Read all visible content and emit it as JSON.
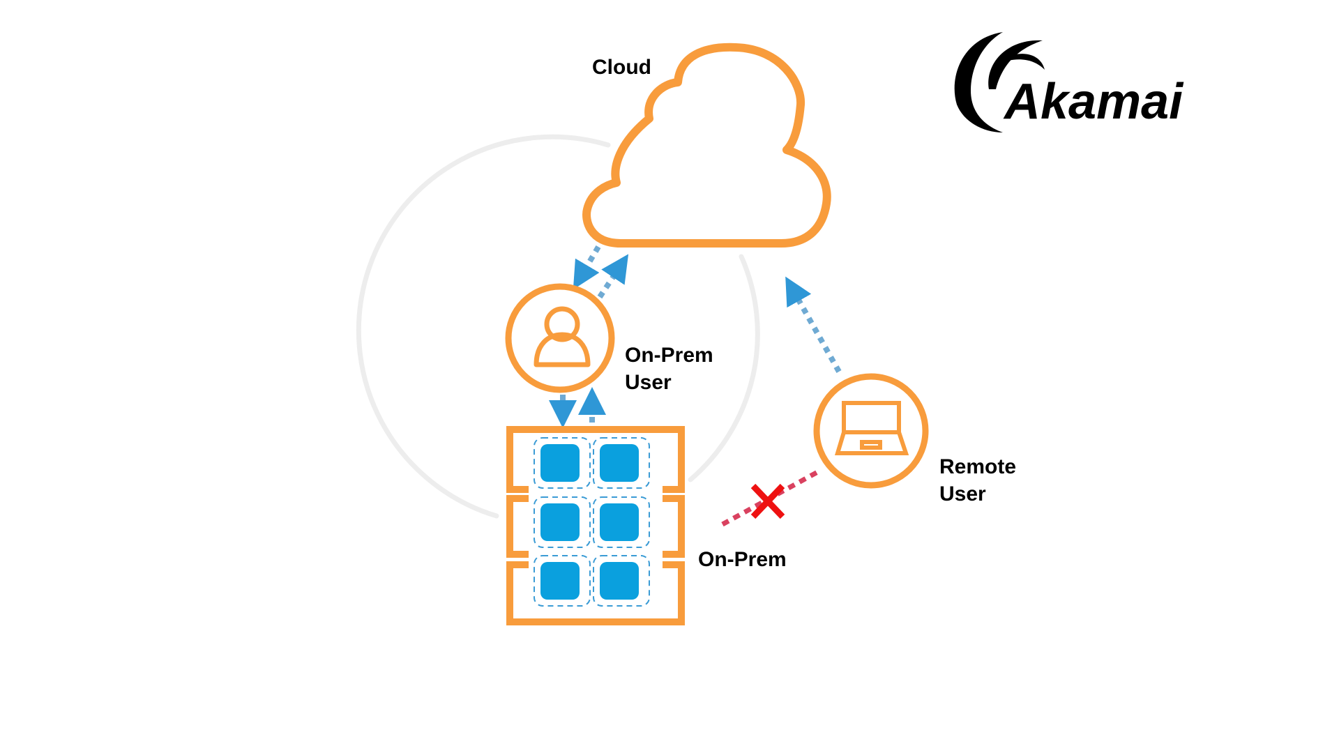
{
  "labels": {
    "cloud": "Cloud",
    "on_prem_user_line1": "On-Prem",
    "on_prem_user_line2": "User",
    "remote_user_line1": "Remote",
    "remote_user_line2": "User",
    "on_prem": "On-Prem"
  },
  "logo": {
    "brand": "Akamai"
  },
  "nodes": [
    {
      "id": "cloud",
      "icon": "cloud-icon"
    },
    {
      "id": "on-prem-user",
      "icon": "user-icon"
    },
    {
      "id": "remote-user",
      "icon": "laptop-icon"
    },
    {
      "id": "on-prem",
      "icon": "server-rack-icon"
    }
  ],
  "connections": [
    {
      "from": "on-prem-user",
      "to": "cloud",
      "status": "allowed",
      "direction": "bidirectional"
    },
    {
      "from": "on-prem-user",
      "to": "on-prem",
      "status": "allowed",
      "direction": "bidirectional"
    },
    {
      "from": "remote-user",
      "to": "cloud",
      "status": "allowed",
      "direction": "to-cloud"
    },
    {
      "from": "remote-user",
      "to": "on-prem",
      "status": "blocked",
      "direction": "none"
    }
  ],
  "colors": {
    "orange": "#F89C3C",
    "blue_block": "#0AA0DE",
    "arrow_blue": "#2F97D6",
    "dotted_blue": "#6FAAD3",
    "blocked_line": "#D9415F",
    "blocked_x": "#EE1111",
    "perimeter_grey": "#EDEDED"
  }
}
